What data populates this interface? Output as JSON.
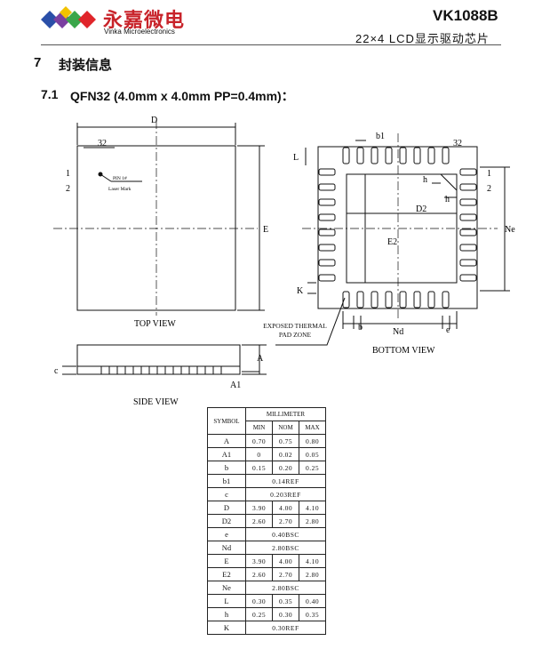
{
  "header": {
    "logo_text": "永嘉微电",
    "logo_subtext": "Vinka Microelectronics",
    "part_number": "VK1088B",
    "subtitle": "22×4  LCD显示驱动芯片"
  },
  "section": {
    "number": "7",
    "title": "封装信息"
  },
  "subsection": {
    "number": "7.1",
    "title": "QFN32 (4.0mm x 4.0mm PP=0.4mm)："
  },
  "drawing": {
    "top_view_label": "TOP VIEW",
    "side_view_label": "SIDE VIEW",
    "bottom_view_label": "BOTTOM VIEW",
    "thermal_pad_label": "EXPOSED THERMAL PAD ZONE",
    "pin1_label": "PIN 1#",
    "laser_mark_label": "Laser Mark",
    "pin_32": "32",
    "pin_1": "1",
    "pin_2": "2",
    "dim_D": "D",
    "dim_E": "E",
    "dim_A": "A",
    "dim_A1": "A1",
    "dim_c": "c",
    "dim_b1": "b1",
    "dim_L": "L",
    "dim_h": "h",
    "dim_D2": "D2",
    "dim_E2": "E2",
    "dim_Ne": "Ne",
    "dim_Nd": "Nd",
    "dim_K": "K",
    "dim_b": "b",
    "dim_e": "e"
  },
  "table": {
    "symbol_header": "SYMBOL",
    "unit_header": "MILLIMETER",
    "col_headers": [
      "MIN",
      "NOM",
      "MAX"
    ],
    "rows": [
      {
        "sym": "A",
        "min": "0.70",
        "nom": "0.75",
        "max": "0.80"
      },
      {
        "sym": "A1",
        "min": "0",
        "nom": "0.02",
        "max": "0.05"
      },
      {
        "sym": "b",
        "min": "0.15",
        "nom": "0.20",
        "max": "0.25"
      },
      {
        "sym": "b1",
        "span": "0.14REF"
      },
      {
        "sym": "c",
        "span": "0.203REF"
      },
      {
        "sym": "D",
        "min": "3.90",
        "nom": "4.00",
        "max": "4.10"
      },
      {
        "sym": "D2",
        "min": "2.60",
        "nom": "2.70",
        "max": "2.80"
      },
      {
        "sym": "e",
        "span": "0.40BSC"
      },
      {
        "sym": "Nd",
        "span": "2.80BSC"
      },
      {
        "sym": "E",
        "min": "3.90",
        "nom": "4.00",
        "max": "4.10"
      },
      {
        "sym": "E2",
        "min": "2.60",
        "nom": "2.70",
        "max": "2.80"
      },
      {
        "sym": "Ne",
        "span": "2.80BSC"
      },
      {
        "sym": "L",
        "min": "0.30",
        "nom": "0.35",
        "max": "0.40"
      },
      {
        "sym": "h",
        "min": "0.25",
        "nom": "0.30",
        "max": "0.35"
      },
      {
        "sym": "K",
        "span": "0.30REF"
      }
    ]
  },
  "colors": {
    "logo_red": "#e0252a",
    "logo_blue": "#2a4fa8",
    "logo_yellow": "#f2c200",
    "logo_green": "#3aa64a",
    "logo_purple": "#7a3fa0"
  }
}
